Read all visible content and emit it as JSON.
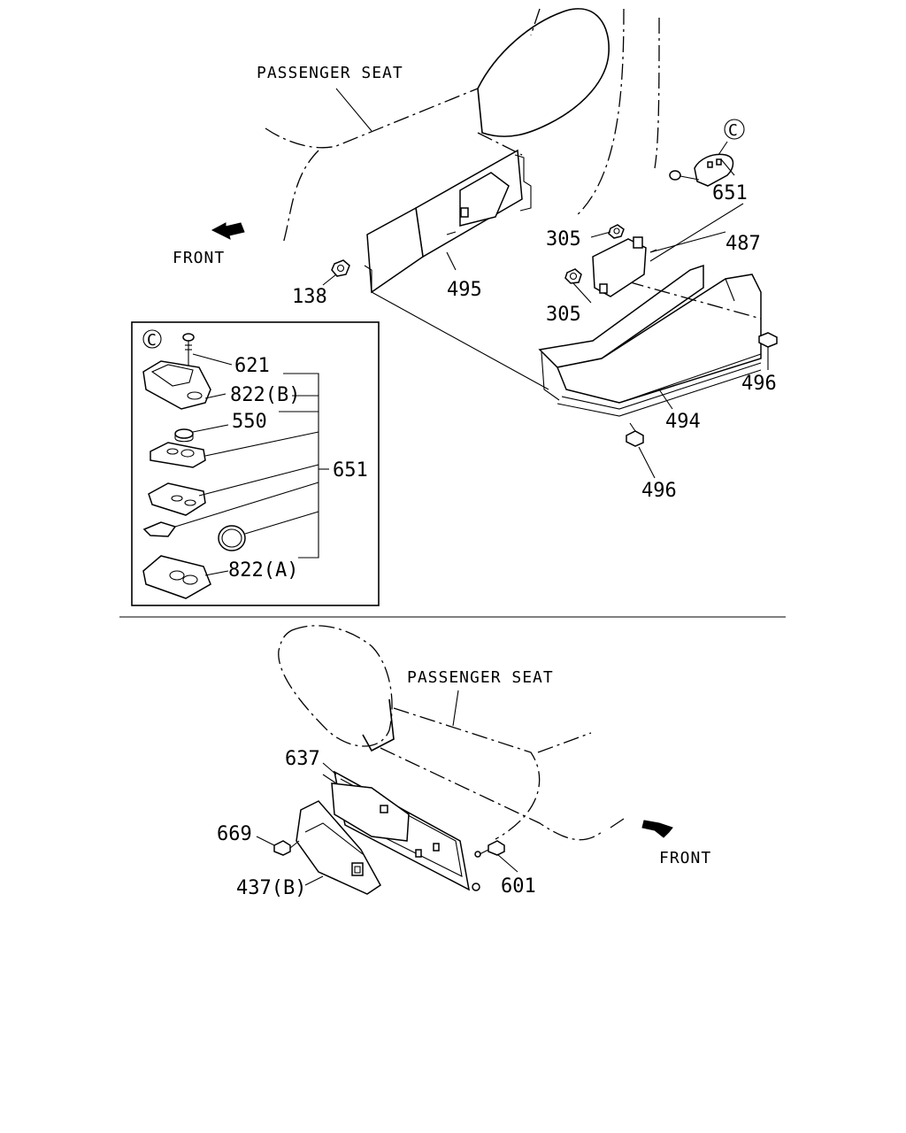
{
  "top_diagram": {
    "seat_label": "PASSENGER SEAT",
    "front_label": "FRONT",
    "callouts": {
      "c138": "138",
      "c495": "495",
      "c305a": "305",
      "c305b": "305",
      "c651": "651",
      "c487": "487",
      "c496a": "496",
      "c496b": "496",
      "c494": "494",
      "circle_c": "C"
    }
  },
  "detail_c": {
    "marker": "C",
    "callouts": {
      "c621": "621",
      "c822b": "822(B)",
      "c550": "550",
      "c651": "651",
      "c822a": "822(A)"
    }
  },
  "bottom_diagram": {
    "seat_label": "PASSENGER SEAT",
    "front_label": "FRONT",
    "callouts": {
      "c637": "637",
      "c669": "669",
      "c437b": "437(B)",
      "c601": "601"
    }
  }
}
